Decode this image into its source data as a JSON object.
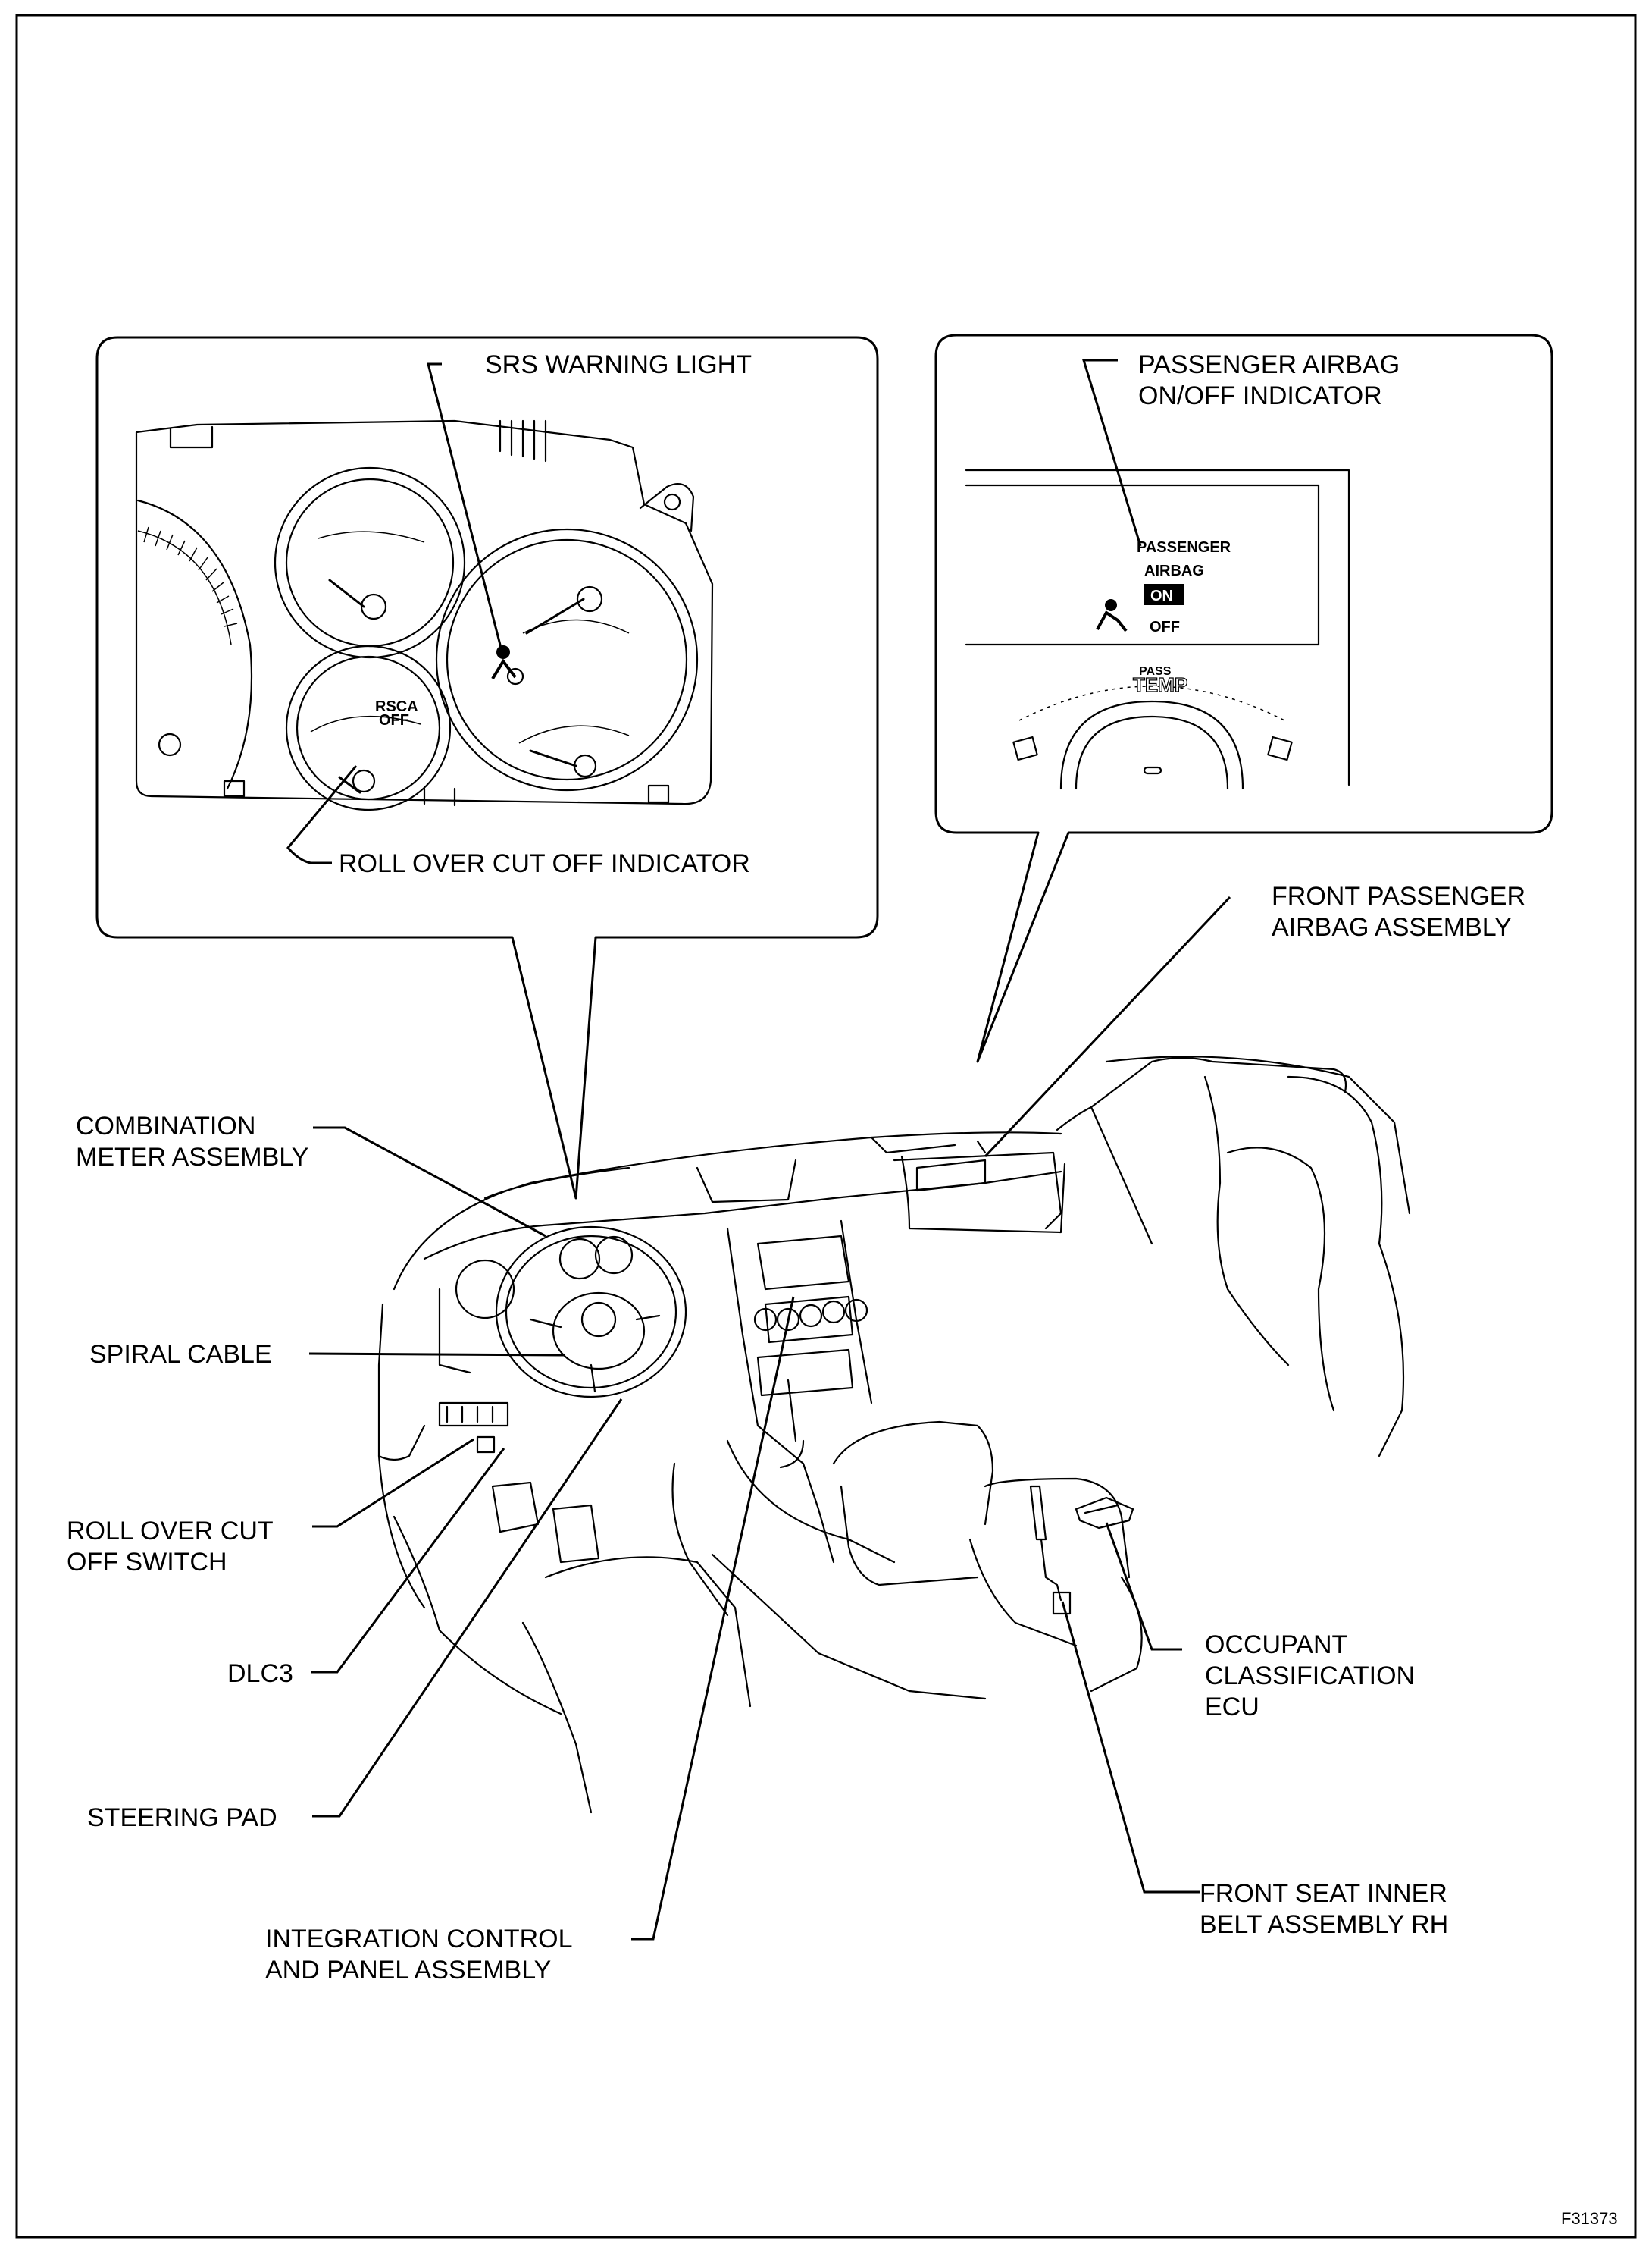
{
  "figure_id": "F31373",
  "callouts": {
    "srs_warning_light": "SRS WARNING LIGHT",
    "roll_over_cut_off_indicator": "ROLL OVER CUT OFF INDICATOR",
    "passenger_airbag_indicator": [
      "PASSENGER AIRBAG",
      "ON/OFF INDICATOR"
    ],
    "front_passenger_airbag_assembly": [
      "FRONT PASSENGER",
      "AIRBAG ASSEMBLY"
    ],
    "combination_meter_assembly": [
      "COMBINATION",
      "METER ASSEMBLY"
    ],
    "spiral_cable": "SPIRAL CABLE",
    "roll_over_cut_off_switch": [
      "ROLL OVER CUT",
      "OFF SWITCH"
    ],
    "dlc3": "DLC3",
    "steering_pad": "STEERING PAD",
    "integration_control": [
      "INTEGRATION CONTROL",
      "AND PANEL ASSEMBLY"
    ],
    "occupant_classification_ecu": [
      "OCCUPANT",
      "CLASSIFICATION",
      "ECU"
    ],
    "front_seat_inner_belt": [
      "FRONT SEAT INNER",
      "BELT ASSEMBLY RH"
    ]
  },
  "panel_text": {
    "rsca_off": [
      "RSCA",
      "OFF"
    ],
    "passenger_airbag_display": [
      "PASSENGER",
      "AIRBAG",
      "ON",
      "OFF"
    ],
    "temp_knob": [
      "PASS",
      "TEMP"
    ]
  }
}
